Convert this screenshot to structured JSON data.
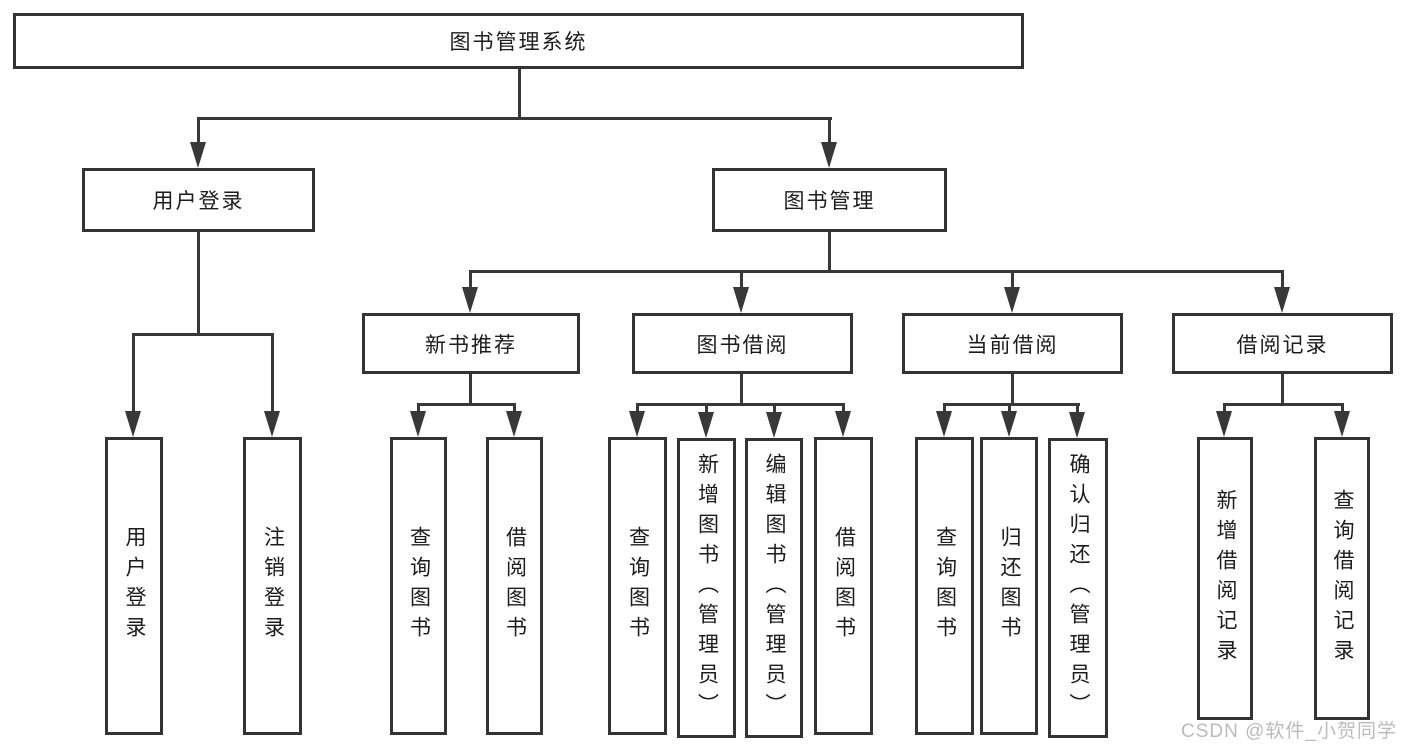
{
  "tree": {
    "label": "图书管理系统",
    "children": [
      {
        "label": "用户登录",
        "children": [
          {
            "label": "用户登录"
          },
          {
            "label": "注销登录"
          }
        ]
      },
      {
        "label": "图书管理",
        "children": [
          {
            "label": "新书推荐",
            "children": [
              {
                "label": "查询图书"
              },
              {
                "label": "借阅图书"
              }
            ]
          },
          {
            "label": "图书借阅",
            "children": [
              {
                "label": "查询图书"
              },
              {
                "label": "新增图书（管理员）"
              },
              {
                "label": "编辑图书（管理员）"
              },
              {
                "label": "借阅图书"
              }
            ]
          },
          {
            "label": "当前借阅",
            "children": [
              {
                "label": "查询图书"
              },
              {
                "label": "归还图书"
              },
              {
                "label": "确认归还（管理员）"
              }
            ]
          },
          {
            "label": "借阅记录",
            "children": [
              {
                "label": "新增借阅记录"
              },
              {
                "label": "查询借阅记录"
              }
            ]
          }
        ]
      }
    ]
  },
  "watermark": {
    "text": "CSDN @软件_小贺同学"
  },
  "colors": {
    "border": "#333333",
    "line": "#383838",
    "text": "#1c1c1c",
    "watermark": "#bbbbbb",
    "background": "#ffffff"
  }
}
